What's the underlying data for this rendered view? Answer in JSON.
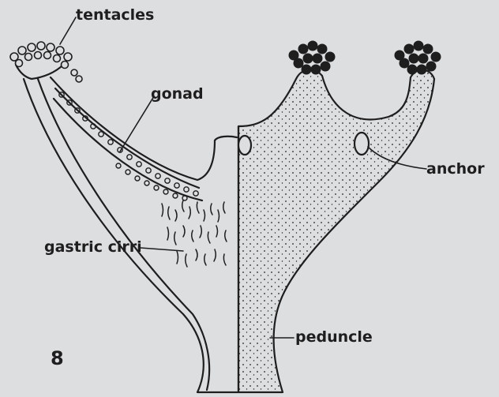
{
  "figure": {
    "number": "8",
    "labels": {
      "tentacles": "tentacles",
      "gonad": "gonad",
      "gastric_cirri": "gastric cirri",
      "anchor": "anchor",
      "peduncle": "peduncle"
    }
  },
  "colors": {
    "background": "#dcdee0",
    "ink": "#1e1e1e"
  }
}
